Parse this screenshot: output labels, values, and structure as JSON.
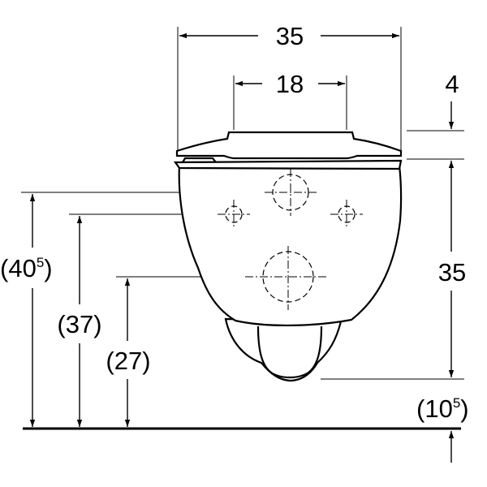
{
  "dimensions": {
    "overall_width": "35",
    "bolt_spacing": "18",
    "seat_thickness": "4",
    "bowl_height": "35",
    "upper_bolt_height": {
      "main": "(40",
      "sup": "5",
      "close": ")"
    },
    "lower_bolt_height": "(37)",
    "drain_height": "(27)",
    "outlet_height": {
      "main": "(10",
      "sup": "5",
      "close": ")"
    }
  },
  "colors": {
    "line": "#000000",
    "background": "#ffffff"
  }
}
